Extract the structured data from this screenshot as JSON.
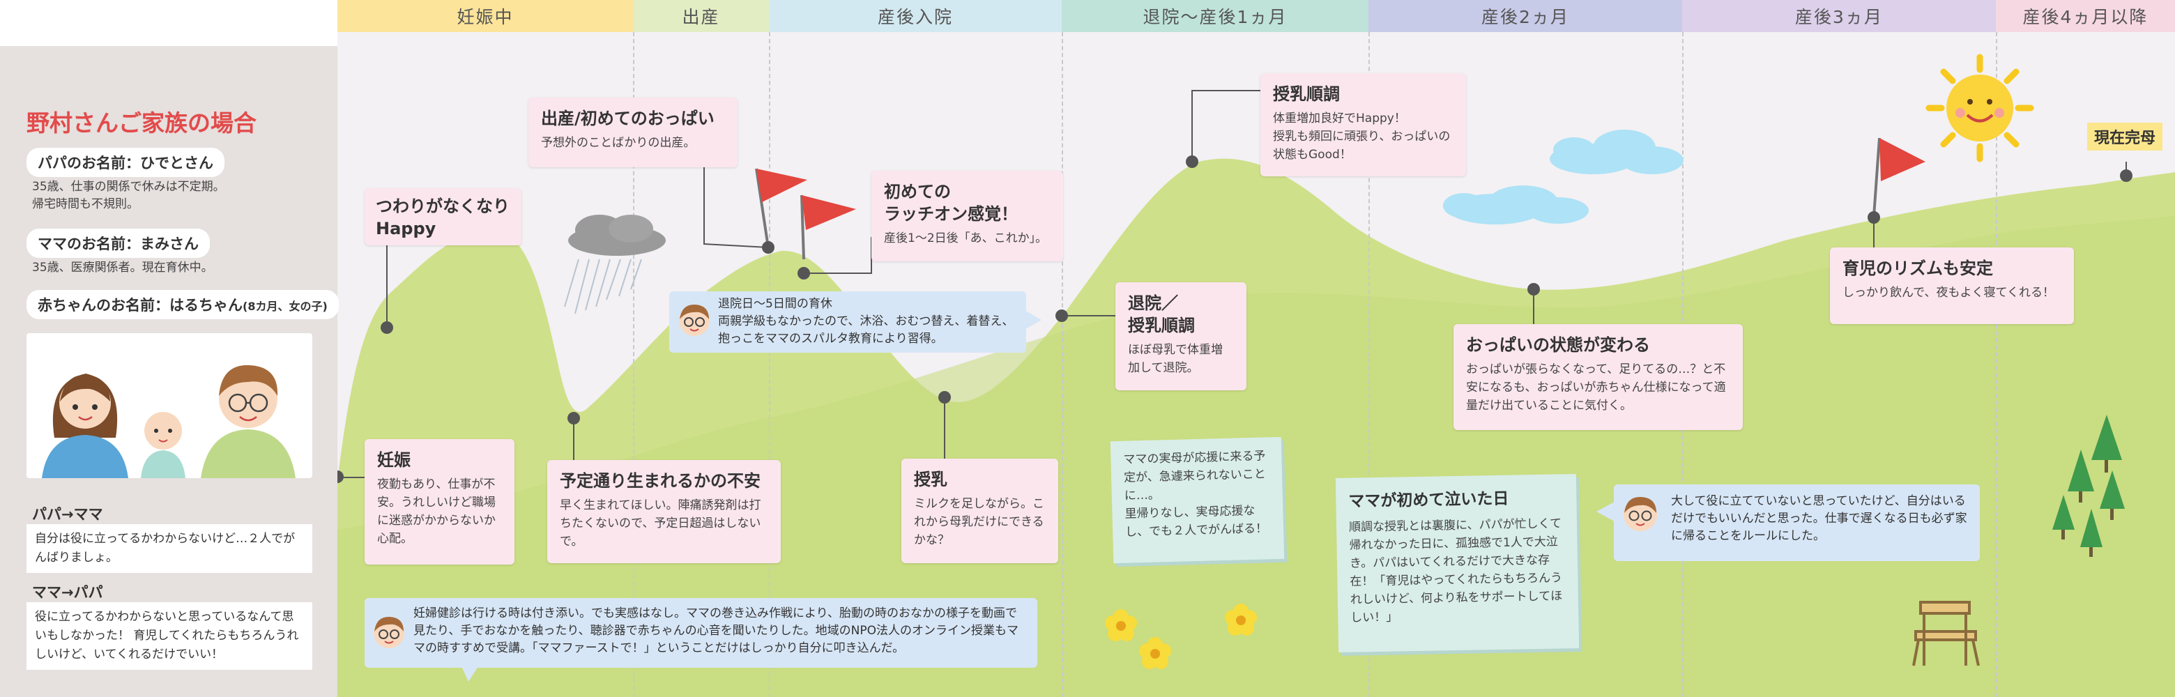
{
  "phases": [
    {
      "label": "妊娠中",
      "color": "#fce49a"
    },
    {
      "label": "出産",
      "color": "#e2edc4"
    },
    {
      "label": "産後入院",
      "color": "#d3e9f1"
    },
    {
      "label": "退院～産後1ヵ月",
      "color": "#bfe3d8"
    },
    {
      "label": "産後2ヵ月",
      "color": "#c8cbe8"
    },
    {
      "label": "産後3ヵ月",
      "color": "#dcd0ea"
    },
    {
      "label": "産後4ヵ月以降",
      "color": "#f6d8e3"
    }
  ],
  "family": {
    "title": "野村さんご家族の場合",
    "papa_name": "パパのお名前：ひでとさん",
    "papa_desc": "35歳、仕事の関係で休みは不定期。\n帰宅時間も不規則。",
    "mama_name": "ママのお名前：まみさん",
    "mama_desc": "35歳、医療関係者。現在育休中。",
    "baby_name": "赤ちゃんのお名前：はるちゃん",
    "baby_note": "(8カ月、女の子)",
    "papa_to_mama_label": "パパ→ママ",
    "papa_to_mama": "自分は役に立ってるかわからないけど…２人でがんばりましょ。",
    "mama_to_papa_label": "ママ→パパ",
    "mama_to_papa": "役に立ってるかわからないと思っているなんて思いもしなかった！ 育児してくれたらもちろんうれしいけど、いてくれるだけでいい！"
  },
  "events": {
    "tsuwari": {
      "title": "つわりがなくなり\nHappy"
    },
    "ninshin": {
      "title": "妊娠",
      "body": "夜勤もあり、仕事が不安。うれしいけど職場に迷惑がかからないか心配。"
    },
    "yotei": {
      "title": "予定通り生まれるかの不安",
      "body": "早く生まれてほしい。陣痛誘発剤は打ちたくないので、予定日超過はしないで。"
    },
    "shussan": {
      "title": "出産/初めてのおっぱい",
      "body": "予想外のことばかりの出産。"
    },
    "latch": {
      "title": "初めての\nラッチオン感覚！",
      "body": "産後1～2日後「あ、これか」。"
    },
    "junyu": {
      "title": "授乳",
      "body": "ミルクを足しながら。これから母乳だけにできるかな？"
    },
    "taiin": {
      "title": "退院／\n授乳順調",
      "body": "ほぼ母乳で体重増加して退院。"
    },
    "junchou": {
      "title": "授乳順調",
      "body": "体重増加良好でHappy！\n授乳も頻回に頑張り、おっぱいの状態もGood！"
    },
    "oppai": {
      "title": "おっぱいの状態が変わる",
      "body": "おっぱいが張らなくなって、足りてるの…？と不安になるも、おっぱいが赤ちゃん仕様になって適量だけ出ていることに気付く。"
    },
    "rhythm": {
      "title": "育児のリズムも安定",
      "body": "しっかり飲んで、夜もよく寝てくれる！"
    }
  },
  "notes": {
    "jitsubo": "ママの実母が応援に来る予定が、急遽来られないことに…。\n里帰りなし、実母応援なし、でも２人でがんばる！",
    "naita_title": "ママが初めて泣いた日",
    "naita_body": "順調な授乳とは裏腹に、パパが忙しくて帰れなかった日に、孤独感で1人で大泣き。パパはいてくれるだけで大きな存在！「育児はやってくれたらもちろんうれしいけど、何より私をサポートしてほしい！」"
  },
  "papa_comments": {
    "kenshin": "妊婦健診は行ける時は付き添い。でも実感はなし。ママの巻き込み作戦により、胎動の時のおなかの様子を動画で見たり、手でおなかを触ったり、聴診器で赤ちゃんの心音を聞いたりした。地域のNPO法人のオンライン授業もママの時すすめで受講。「ママファーストで！」ということだけはしっかり自分に叩き込んだ。",
    "taiin_title": "退院日～5日間の育休",
    "taiin": "両親学級もなかったので、沐浴、おむつ替え、着替え、抱っこをママのスパルタ教育により習得。",
    "yakuni": "大して役に立てていないと思っていたけど、自分はいるだけでもいいんだと思った。仕事で遅くなる日も必ず家に帰ることをルールにした。"
  },
  "now_label": "現在完母",
  "colors": {
    "accent_red": "#e24b4b",
    "hill_green": "#cadd83",
    "hill_light": "#d7e59b",
    "pink_card": "#fbe6ee",
    "note_mint": "#d9eee9",
    "papa_blue": "#d7e6f6",
    "now_yellow": "#fce68c"
  }
}
